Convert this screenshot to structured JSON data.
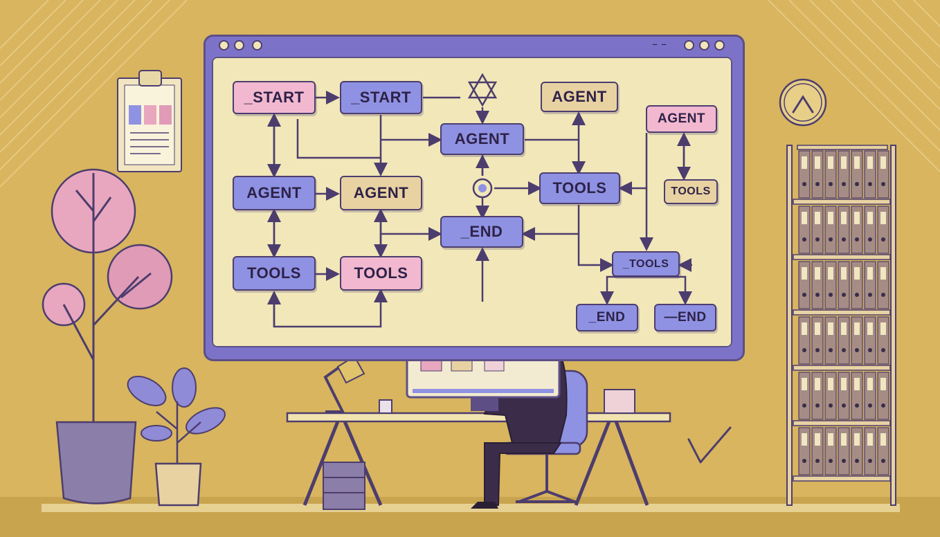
{
  "window": {
    "title": ""
  },
  "diagram": {
    "nodes": {
      "start_1": "_START",
      "start_2": "_START",
      "agent_top": "AGENT",
      "agent_right_top": "AGENT",
      "agent_far_right": "AGENT",
      "agent_left": "AGENT",
      "agent_mid_left": "AGENT",
      "tools_right": "TOOLS",
      "tools_far_right": "TOOLS",
      "tools_left": "TOOLS",
      "tools_mid_left": "TOOLS",
      "tools_bottom_right": "_TOOLS",
      "end_center": "_END",
      "end_bottom_1": "_END",
      "end_bottom_2": "—END"
    }
  },
  "colors": {
    "wall": "#d8b55e",
    "window_frame": "#7c73c9",
    "window_screen": "#f1e7b9",
    "node_pink": "#f2b8cf",
    "node_blue": "#8f92e2",
    "node_tan": "#e8d2a2",
    "line": "#4c3d6e"
  }
}
